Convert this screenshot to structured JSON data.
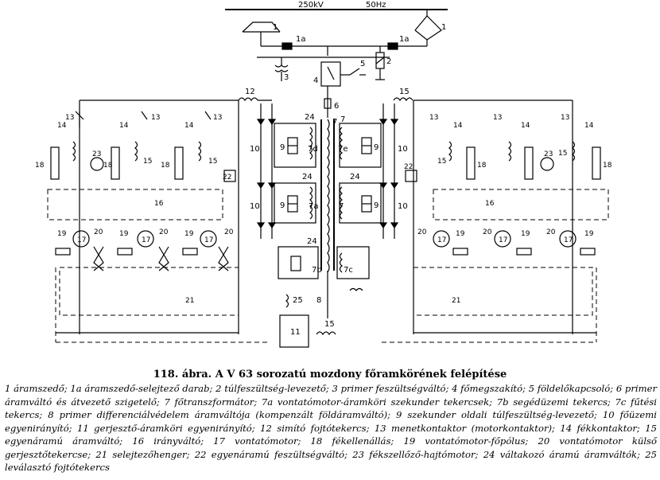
{
  "header": {
    "voltage": "250kV",
    "frequency": "50Hz"
  },
  "labels": {
    "n1": "1",
    "n1a": "1a",
    "n2": "2",
    "n3": "3",
    "n4": "4",
    "n5": "5",
    "n6": "6",
    "n7": "7",
    "n7a": "7a",
    "n7b": "7b",
    "n7c": "7c",
    "n7d": "7d",
    "n7e": "7e",
    "n8": "8",
    "n9": "9",
    "n10": "10",
    "n11": "11",
    "n12": "12",
    "n13": "13",
    "n14": "14",
    "n15": "15",
    "n16": "16",
    "n17": "17",
    "n18": "18",
    "n19": "19",
    "n20": "20",
    "n21": "21",
    "n22": "22",
    "n23": "23",
    "n24": "24",
    "n25": "25"
  },
  "caption": "118. ábra. A V 63 sorozatú mozdony főramkörének felépítése",
  "legend": "1 áramszedő; 1a áramszedő-selejtező darab; 2 túlfeszültség-levezető; 3 primer feszültségváltó; 4 főmegszakító; 5 földelőkapcsoló; 6 primer áramváltó és átvezető szigetelő; 7 főtranszformátor; 7a vontatómotor-áramköri szekunder tekercsek; 7b segédüzemi tekercs; 7c fűtési tekercs; 8 primer differenciálvédelem áramváltója (kompenzált földáramváltó); 9 szekunder oldali túlfeszültség-levezető; 10 főüzemi egyenirányító; 11 gerjesztő-áramköri egyenirányító; 12 simító fojtótekercs; 13 menetkontaktor (motorkontaktor); 14 fékkontaktor; 15 egyenáramú áramváltó; 16 irányváltó; 17 vontatómotor; 18 fékellenállás; 19 vontatómotor-főpólus; 20 vontatómotor külső gerjesztőtekercse; 21 selejtezőhenger; 22 egyenáramú feszültségváltó; 23 fékszellőző-hajtómotor; 24 váltakozó áramú áramváltók; 25 leválasztó fojtótekercs"
}
